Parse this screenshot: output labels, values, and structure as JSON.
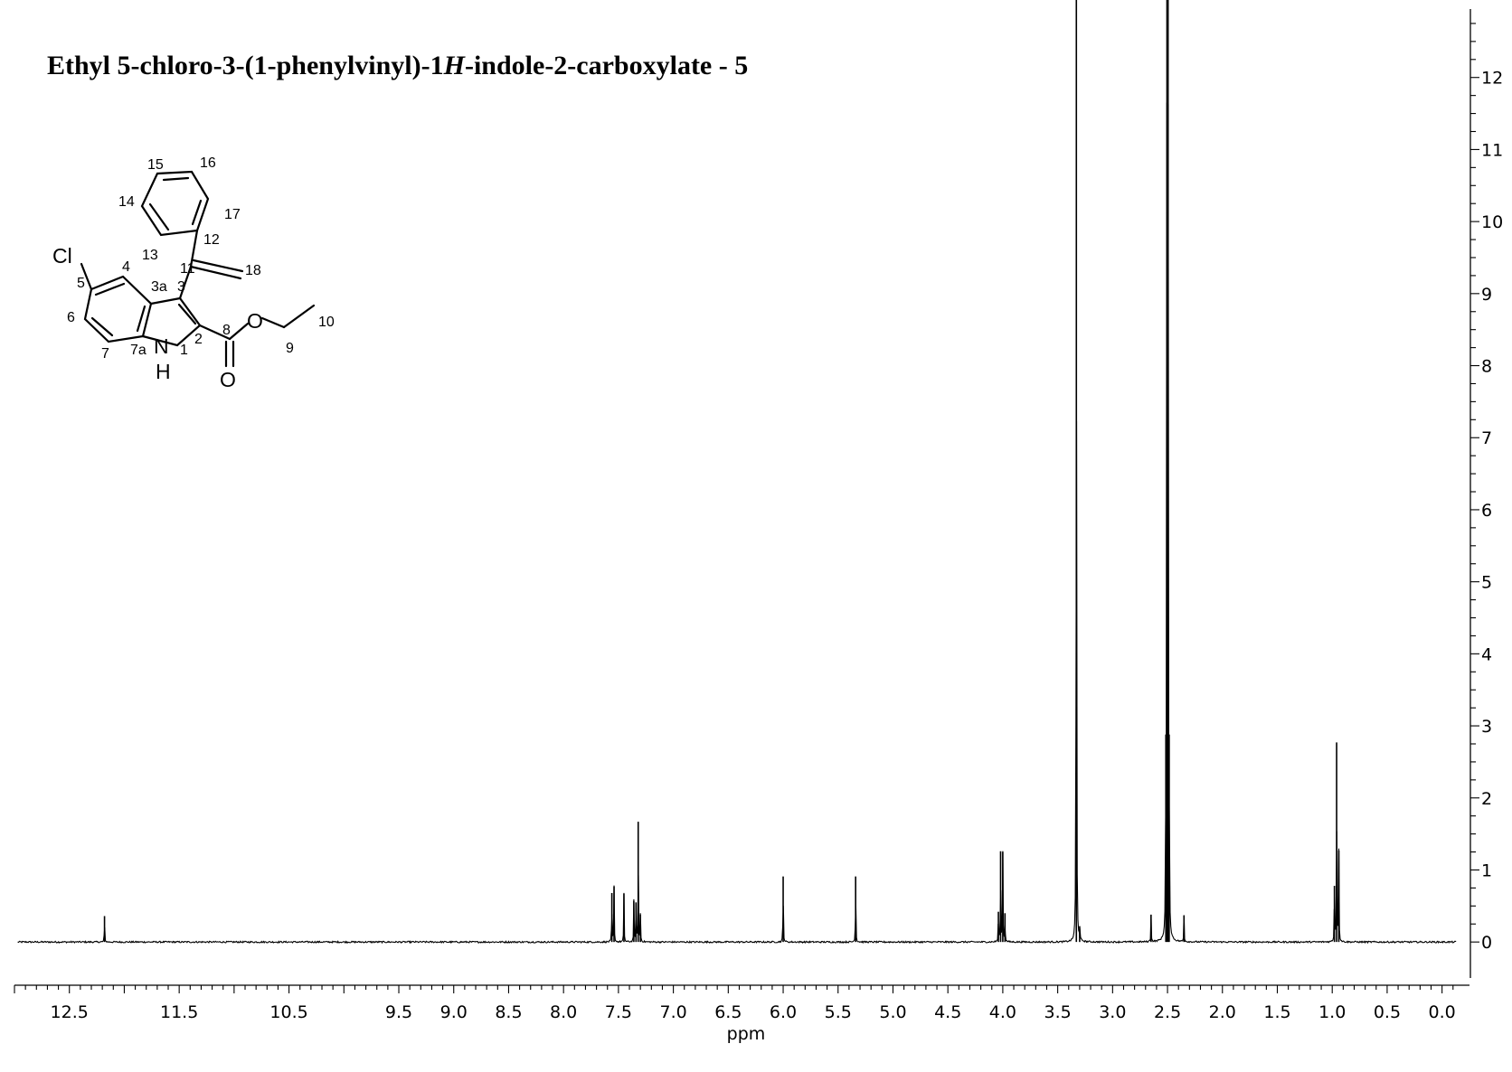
{
  "title": {
    "prefix": "Ethyl 5-chloro-3-(1-phenylvinyl)-1",
    "italic": "H",
    "suffix": "-indole-2-carboxylate - 5"
  },
  "structure": {
    "atoms": {
      "cl": "Cl",
      "n": "N",
      "h": "H",
      "o_ester": "O",
      "o_carbonyl": "O"
    },
    "numbers": {
      "n1": "1",
      "n2": "2",
      "n3": "3",
      "n3a": "3a",
      "n4": "4",
      "n5": "5",
      "n6": "6",
      "n7": "7",
      "n7a": "7a",
      "n8": "8",
      "n9": "9",
      "n10": "10",
      "n11": "11",
      "n12": "12",
      "n13": "13",
      "n14": "14",
      "n15": "15",
      "n16": "16",
      "n17": "17",
      "n18": "18"
    }
  },
  "chart_data": {
    "type": "line",
    "xlabel": "ppm",
    "ylabel": "",
    "xlim": [
      13.0,
      -0.25
    ],
    "ylim": [
      -0.6,
      12.95
    ],
    "x_reversed": true,
    "x_tick_labels": [
      "12.5",
      "11.5",
      "10.5",
      "9.5",
      "9.0",
      "8.5",
      "8.0",
      "7.5",
      "7.0",
      "6.5",
      "6.0",
      "5.5",
      "5.0",
      "4.5",
      "4.0",
      "3.5",
      "3.0",
      "2.5",
      "2.0",
      "1.5",
      "1.0",
      "0.5",
      "0.0"
    ],
    "y_tick_labels": [
      "0",
      "1",
      "2",
      "3",
      "4",
      "5",
      "6",
      "7",
      "8",
      "9",
      "10",
      "11",
      "12"
    ],
    "grid": false,
    "baseline": 0,
    "peaks": [
      {
        "ppm": 12.18,
        "height": 0.36
      },
      {
        "ppm": 7.56,
        "height": 0.68
      },
      {
        "ppm": 7.54,
        "height": 0.77
      },
      {
        "ppm": 7.45,
        "height": 0.67
      },
      {
        "ppm": 7.36,
        "height": 0.57
      },
      {
        "ppm": 7.34,
        "height": 0.55
      },
      {
        "ppm": 7.32,
        "height": 1.67
      },
      {
        "ppm": 7.3,
        "height": 0.38
      },
      {
        "ppm": 6.0,
        "height": 0.91
      },
      {
        "ppm": 5.34,
        "height": 0.91
      },
      {
        "ppm": 4.04,
        "height": 0.42
      },
      {
        "ppm": 4.02,
        "height": 1.26
      },
      {
        "ppm": 4.0,
        "height": 1.25
      },
      {
        "ppm": 3.98,
        "height": 0.4
      },
      {
        "ppm": 3.33,
        "height": 13.2
      },
      {
        "ppm": 3.3,
        "height": 0.22
      },
      {
        "ppm": 2.65,
        "height": 0.38
      },
      {
        "ppm": 2.515,
        "height": 2.88
      },
      {
        "ppm": 2.505,
        "height": 13.2
      },
      {
        "ppm": 2.495,
        "height": 13.2
      },
      {
        "ppm": 2.485,
        "height": 2.88
      },
      {
        "ppm": 2.35,
        "height": 0.37
      },
      {
        "ppm": 0.98,
        "height": 0.78
      },
      {
        "ppm": 0.96,
        "height": 2.77
      },
      {
        "ppm": 0.94,
        "height": 1.27
      }
    ]
  }
}
